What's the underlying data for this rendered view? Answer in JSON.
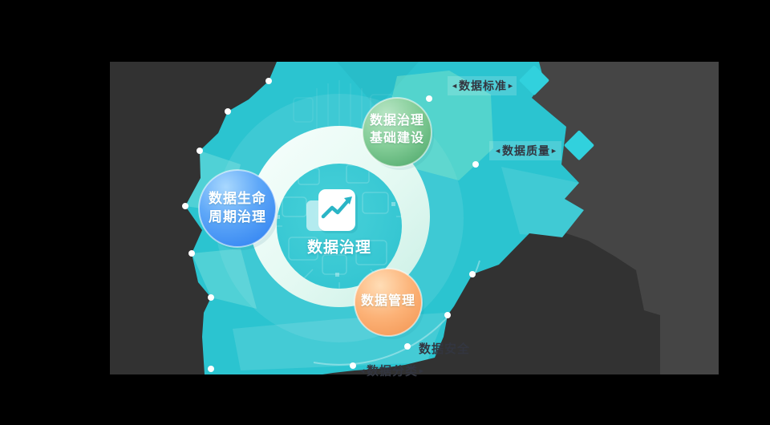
{
  "diagram_title": "数据治理",
  "center": {
    "label": "数据治理",
    "icon": "line-chart-document-icon"
  },
  "satellites": {
    "green": {
      "line1": "数据治理",
      "line2": "基础建设",
      "color_from": "#b9e6c6",
      "color_to": "#4aa567"
    },
    "blue": {
      "line1": "数据生命",
      "line2": "周期治理",
      "color_from": "#a9d8fe",
      "color_to": "#2e80f1"
    },
    "orange": {
      "label": "数据管理",
      "color_from": "#ffddb6",
      "color_to": "#f29350"
    }
  },
  "tags": {
    "standard": {
      "text": "数据标准",
      "left_decor": "◄",
      "right_decor": "►"
    },
    "quality": {
      "text": "数据质量",
      "left_decor": "◄",
      "right_decor": "►"
    },
    "security": {
      "text": "数据安全"
    },
    "classification": {
      "text": "数据分类",
      "left_decor": "◄",
      "right_decor": "►"
    }
  },
  "colors": {
    "background": "#000000",
    "panel": "#454545",
    "shadow_shape": "#323232",
    "blob_teal": "#2bc4d0",
    "diamond": "#31d1dd",
    "ring_light": "#f2fdfa",
    "dark_text": "#333640"
  }
}
